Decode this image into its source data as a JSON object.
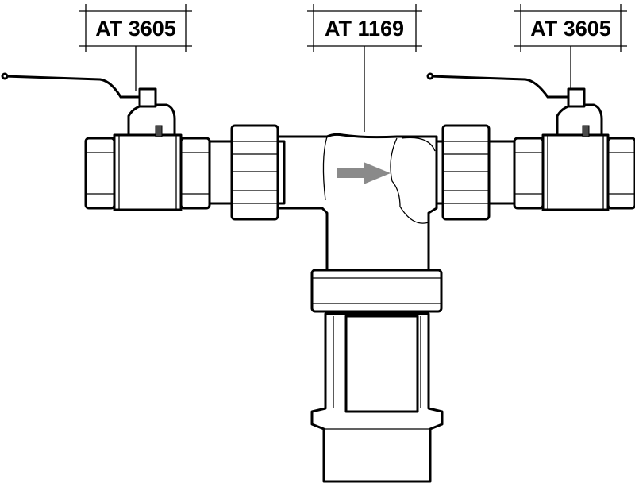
{
  "labels": {
    "left_valve": "AT 3605",
    "tee": "AT 1169",
    "right_valve": "AT 3605"
  },
  "colors": {
    "line": "#000000",
    "background": "#ffffff",
    "flow_arrow": "#8a8a8a"
  },
  "icons": {
    "flow": "flow-direction-arrow-icon"
  }
}
